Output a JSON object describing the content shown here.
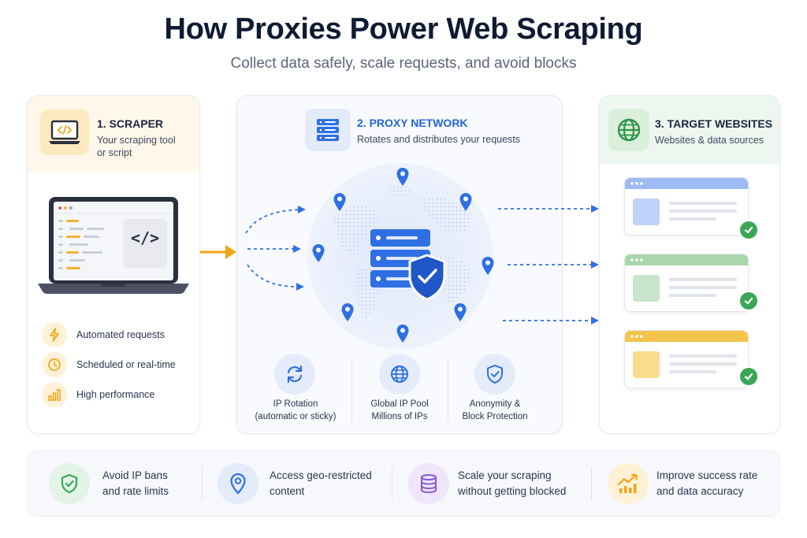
{
  "title": "How Proxies Power Web Scraping",
  "subtitle": "Collect data safely, scale requests, and avoid blocks",
  "scraper": {
    "title": "1. SCRAPER",
    "desc_line1": "Your scraping tool",
    "desc_line2": "or script",
    "code_glyph": "</>",
    "features": [
      {
        "label": "Automated requests",
        "icon": "lightning-icon"
      },
      {
        "label": "Scheduled or real-time",
        "icon": "clock-icon"
      },
      {
        "label": "High performance",
        "icon": "bar-chart-icon"
      }
    ]
  },
  "proxy": {
    "title": "2. PROXY NETWORK",
    "desc": "Rotates and distributes your requests",
    "features": [
      {
        "line1": "IP Rotation",
        "line2": "(automatic or sticky)",
        "icon": "rotate-icon"
      },
      {
        "line1": "Global IP Pool",
        "line2": "Millions of IPs",
        "icon": "globe-icon"
      },
      {
        "line1": "Anonymity &",
        "line2": "Block Protection",
        "icon": "shield-check-icon"
      }
    ]
  },
  "targets": {
    "title": "3. TARGET WEBSITES",
    "desc": "Websites & data sources",
    "sites": [
      {
        "bar_color": "#9dbaf4",
        "block_color": "#bfd2fb"
      },
      {
        "bar_color": "#a9d6ad",
        "block_color": "#c9e6cb"
      },
      {
        "bar_color": "#f4c54b",
        "block_color": "#fbdc8f"
      }
    ]
  },
  "benefits": [
    {
      "line1": "Avoid IP bans",
      "line2": "and rate limits",
      "icon": "shield-check-icon"
    },
    {
      "line1": "Access geo-restricted",
      "line2": "content",
      "icon": "location-pin-icon"
    },
    {
      "line1": "Scale your scraping",
      "line2": "without getting blocked",
      "icon": "database-icon"
    },
    {
      "line1": "Improve success rate",
      "line2": "and data accuracy",
      "icon": "trend-up-icon"
    }
  ],
  "colors": {
    "blue": "#2f6fe4",
    "orange": "#f2a516",
    "green": "#3aa757",
    "purple": "#8a57d6"
  }
}
